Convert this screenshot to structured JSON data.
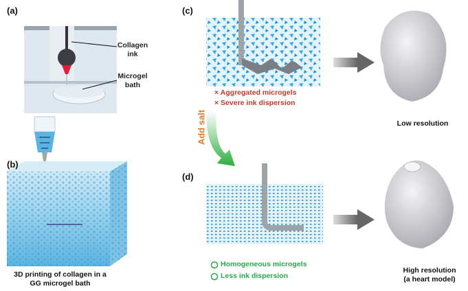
{
  "panels": {
    "a": {
      "label": "(a)",
      "callouts": [
        "Collagen ink",
        "Microgel bath"
      ]
    },
    "b": {
      "label": "(b)",
      "caption_line1": "3D printing of collagen in a",
      "caption_line2": "GG microgel bath"
    },
    "c": {
      "label": "(c)",
      "issues": [
        "× Aggregated microgels",
        "× Severe ink dispersion"
      ],
      "result": "Low resolution"
    },
    "d": {
      "label": "(d)",
      "benefits": [
        "Homogeneous microgels",
        "Less ink dispersion"
      ],
      "result_line1": "High resolution",
      "result_line2": "(a heart model)"
    }
  },
  "transition": {
    "label": "Add salt"
  },
  "colors": {
    "gel_blue": "#2f9fd8",
    "red": "#c0392b",
    "green": "#27a84a",
    "orange": "#e07b2a"
  }
}
